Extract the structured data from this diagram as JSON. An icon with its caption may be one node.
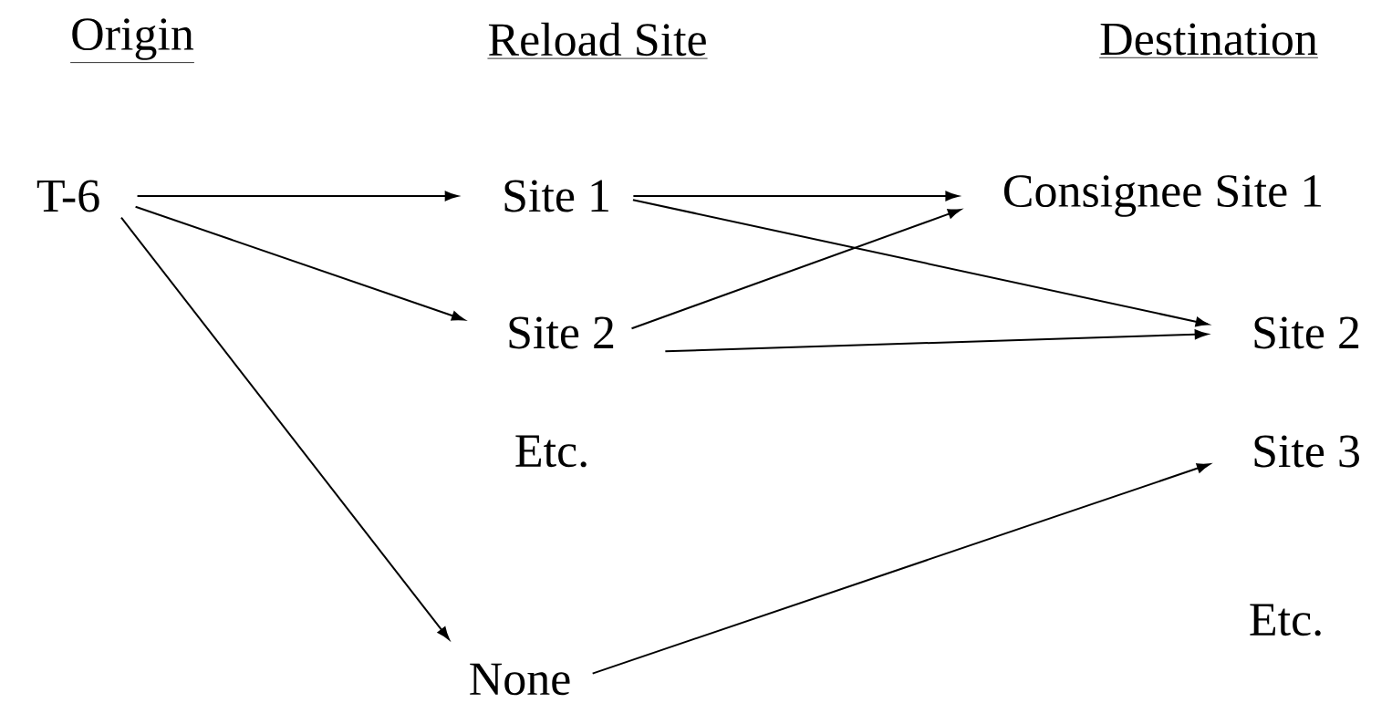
{
  "diagram": {
    "nodes": [
      {
        "text": [
          "T-6"
        ]
      },
      {
        "text": [
          "Site 1"
        ]
      },
      {
        "text": [
          "Site 2"
        ]
      },
      {
        "text": [
          "Etc."
        ]
      },
      {
        "text": [
          "None"
        ]
      },
      {
        "text": [
          "Consignee Site 1"
        ]
      },
      {
        "text": [
          "Site 2"
        ]
      },
      {
        "text": [
          "Site 3"
        ]
      },
      {
        "text": [
          "Etc."
        ]
      }
    ],
    "edges": [
      {
        "from": 0,
        "to": 1,
        "arrow": "to"
      },
      {
        "from": 0,
        "to": 2,
        "arrow": "to"
      },
      {
        "from": 0,
        "to": 4,
        "arrow": "to"
      },
      {
        "from": 1,
        "to": 5,
        "arrow": "to"
      },
      {
        "from": 1,
        "to": 6,
        "arrow": "to"
      },
      {
        "from": 2,
        "to": 5,
        "arrow": "to"
      },
      {
        "from": 2,
        "to": 6,
        "arrow": "to"
      },
      {
        "from": 4,
        "to": 7,
        "arrow": "to"
      }
    ],
    "labels": [
      "Origin",
      "Reload Site",
      "Destination"
    ]
  }
}
